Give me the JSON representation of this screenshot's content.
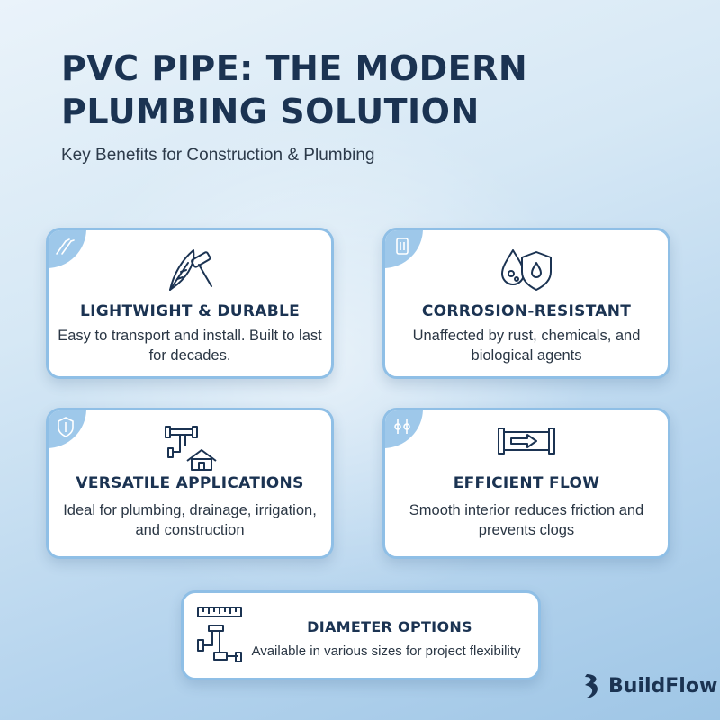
{
  "header": {
    "title": "PVC PIPE: THE MODERN PLUMBING SOLUTION",
    "subtitle": "Key Benefits for Construction & Plumbing"
  },
  "colors": {
    "heading": "#1b3352",
    "card_border": "#8fbfe6",
    "corner_tab": "#9ec8ea",
    "background_light": "#eaf3fa",
    "background_dark": "#9fc6e6"
  },
  "cards": [
    {
      "title": "LIGHTWIGHT & DURABLE",
      "description": "Easy to transport and install. Built to last for decades.",
      "icon": "feather-hammer-icon",
      "corner_icon": "tools-icon"
    },
    {
      "title": "CORROSION-RESISTANT",
      "description": "Unaffected by rust, chemicals, and biological agents",
      "icon": "droplet-shield-icon",
      "corner_icon": "pipe-segment-icon"
    },
    {
      "title": "VERSATILE APPLICATIONS",
      "description": "Ideal for plumbing, drainage, irrigation, and construction",
      "icon": "pipes-house-icon",
      "corner_icon": "shield-icon"
    },
    {
      "title": "EFFICIENT FLOW",
      "description": "Smooth interior reduces friction and prevents clogs",
      "icon": "pipe-arrow-icon",
      "corner_icon": "flow-valves-icon"
    },
    {
      "title": "DIAMETER OPTIONS",
      "description": "Available in various sizes for project flexibility",
      "icon": "ruler-pipe-icon"
    }
  ],
  "brand": {
    "name": "BuildFlow",
    "logo": "buildflow-logo-icon"
  }
}
